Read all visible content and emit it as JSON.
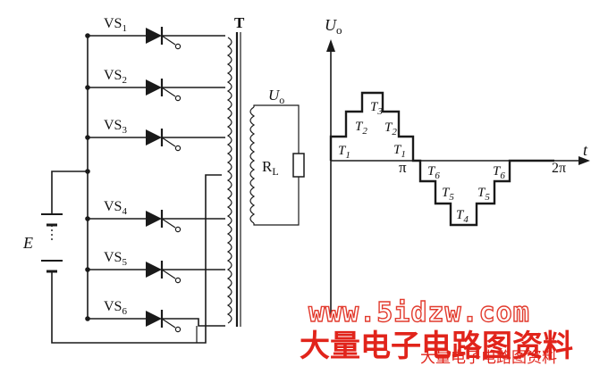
{
  "circuit": {
    "thyristors": [
      {
        "name": "VS",
        "sub": "1"
      },
      {
        "name": "VS",
        "sub": "2"
      },
      {
        "name": "VS",
        "sub": "3"
      },
      {
        "name": "VS",
        "sub": "4"
      },
      {
        "name": "VS",
        "sub": "5"
      },
      {
        "name": "VS",
        "sub": "6"
      }
    ],
    "transformer_label": "T",
    "source_label": "E",
    "output_label": "U",
    "output_sub": "o",
    "load_label": "R",
    "load_sub": "L"
  },
  "waveform": {
    "y_axis_label": "U",
    "y_axis_sub": "o",
    "x_axis_label": "t",
    "pi_label": "π",
    "two_pi_label": "2π",
    "step_labels": [
      {
        "name": "T",
        "sub": "1"
      },
      {
        "name": "T",
        "sub": "2"
      },
      {
        "name": "T",
        "sub": "3"
      },
      {
        "name": "T",
        "sub": "2"
      },
      {
        "name": "T",
        "sub": "1"
      },
      {
        "name": "T",
        "sub": "6"
      },
      {
        "name": "T",
        "sub": "5"
      },
      {
        "name": "T",
        "sub": "4"
      },
      {
        "name": "T",
        "sub": "5"
      },
      {
        "name": "T",
        "sub": "6"
      }
    ]
  },
  "watermark": {
    "url": "www.5idzw.com",
    "title": "大量电子电路图资料",
    "small": "大量电子电路图资料"
  },
  "colors": {
    "ink": "#1a1a1a",
    "watermark_red": "#e1241b"
  }
}
